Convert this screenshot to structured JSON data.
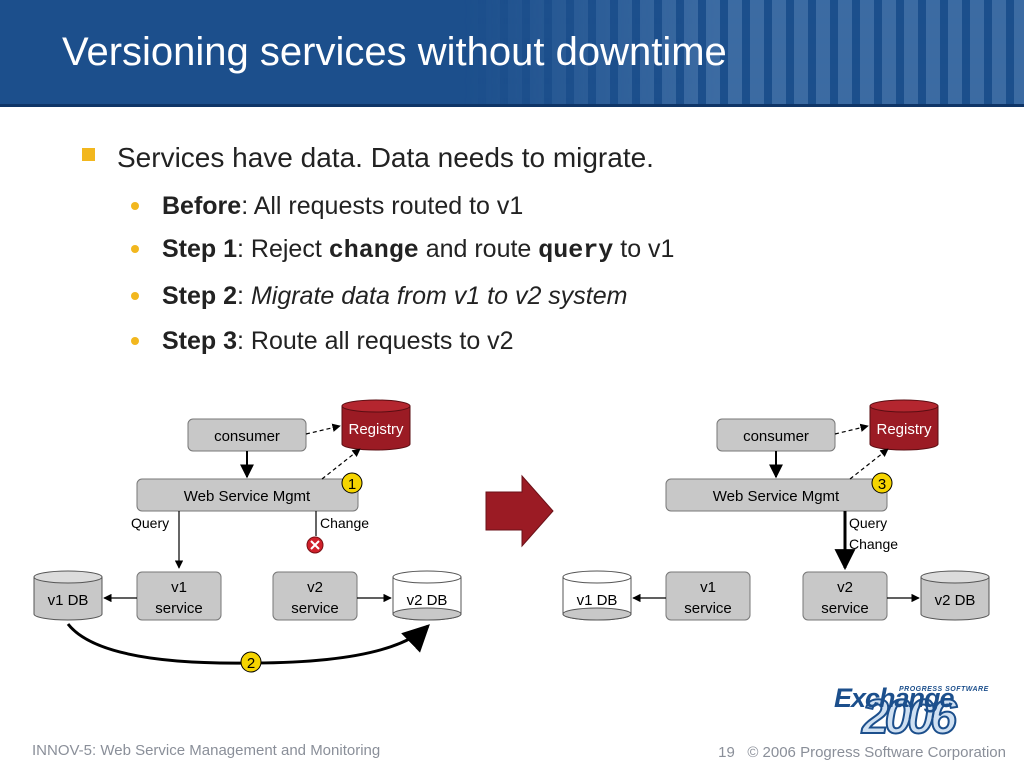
{
  "slide": {
    "title": "Versioning services without downtime",
    "bullet_main": "Services have data.  Data needs to migrate.",
    "sub_bullets": [
      {
        "label": "Before",
        "text": ": All requests routed to v1"
      },
      {
        "label": "Step 1",
        "text_1": ": Reject ",
        "code_1": "change",
        "text_2": " and route ",
        "code_2": "query",
        "text_3": " to v1"
      },
      {
        "label": "Step 2",
        "text_1": ": ",
        "text_italic": "Migrate data from v1 to v2 system"
      },
      {
        "label": "Step 3",
        "text": ": Route all requests to v2"
      }
    ]
  },
  "diagram_left": {
    "consumer": "consumer",
    "registry": "Registry",
    "wsm": "Web Service Mgmt",
    "badge_1": "1",
    "query_label": "Query",
    "change_label": "Change",
    "v1_service_line1": "v1",
    "v1_service_line2": "service",
    "v2_service_line1": "v2",
    "v2_service_line2": "service",
    "v1_db": "v1 DB",
    "v2_db": "v2 DB",
    "badge_2": "2"
  },
  "diagram_right": {
    "consumer": "consumer",
    "registry": "Registry",
    "wsm": "Web Service Mgmt",
    "badge_3": "3",
    "query_label": "Query",
    "change_label": "Change",
    "v1_service_line1": "v1",
    "v1_service_line2": "service",
    "v2_service_line1": "v2",
    "v2_service_line2": "service",
    "v1_db": "v1 DB",
    "v2_db": "v2 DB"
  },
  "footer": {
    "left": "INNOV-5: Web Service Management and Monitoring",
    "page": "19",
    "copyright": "© 2006 Progress Software Corporation"
  },
  "logo": {
    "brand_small": "PROGRESS SOFTWARE",
    "brand": "Exchange",
    "year": "2006"
  },
  "colors": {
    "header": "#1c4f8c",
    "accent": "#f2b71e",
    "box_fill": "#c8c8c8",
    "registry": "#9b1b24",
    "transition_arrow": "#9b1b24",
    "reject_icon": "#d0202a"
  }
}
